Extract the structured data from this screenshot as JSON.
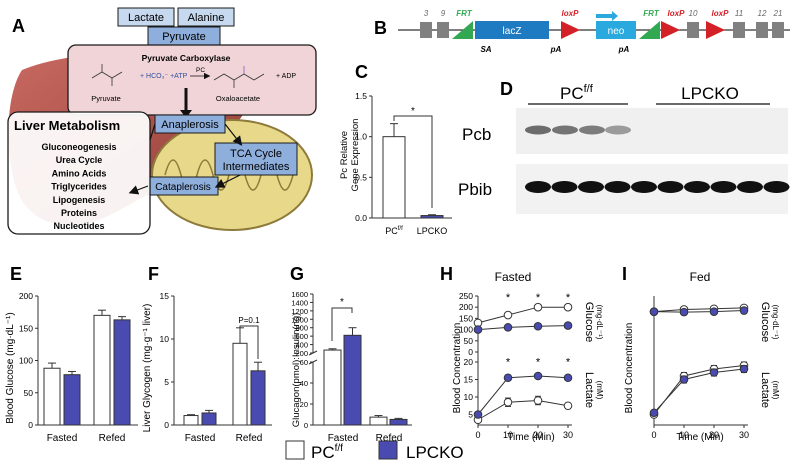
{
  "panels": {
    "A": {
      "letter": "A",
      "lactate": "Lactate",
      "alanine": "Alanine",
      "pyruvate": "Pyruvate",
      "enzyme": "Pyruvate Carboxylase",
      "hco3": "+ HCO₃⁻ +ATP",
      "pc_arrow": "PC",
      "adp": "+ ADP",
      "pyruvate_label": "Pyruvate",
      "oxaloacetate_label": "Oxaloacetate",
      "anaplerosis": "Anaplerosis",
      "tca_line1": "TCA Cycle",
      "tca_line2": "Intermediates",
      "cataplerosis": "Cataplerosis",
      "liver_title": "Liver Metabolism",
      "liver_items": [
        "Gluconeogenesis",
        "Urea Cycle",
        "Amino Acids",
        "Triglycerides",
        "Lipogenesis",
        "Proteins",
        "Nucleotides"
      ]
    },
    "B": {
      "letter": "B",
      "exon_labels": [
        "3",
        "9",
        "10",
        "11",
        "12",
        "21"
      ],
      "frt": "FRT",
      "lacz": "lacZ",
      "loxp": "loxP",
      "neo": "neo",
      "sa": "SA",
      "pa": "pA",
      "colors": {
        "frt": "#33a852",
        "loxp": "#d42027",
        "lacz": "#1f7bc1",
        "neo": "#2aa9df",
        "exon": "#808080"
      }
    },
    "C": {
      "letter": "C",
      "ylabel_line1": "Pc Relative",
      "ylabel_line2": "Gene Expression",
      "sig": "*",
      "ticks": [
        "0.0",
        "0.5",
        "1.0",
        "1.5"
      ],
      "cat1": "PC",
      "cat1_sup": "f/f",
      "cat2": "LPCKO"
    },
    "D": {
      "letter": "D",
      "group1": "PC",
      "group1_sup": "f/f",
      "group2": "LPCKO",
      "row1": "Pcb",
      "row2": "Pbib"
    },
    "E": {
      "letter": "E",
      "ylabel": "Blood Glucose (mg·dL⁻¹)",
      "ticks": [
        "0",
        "50",
        "100",
        "150",
        "200"
      ],
      "cats": [
        "Fasted",
        "Refed"
      ]
    },
    "F": {
      "letter": "F",
      "ylabel": "Liver Glycogen (mg·g⁻¹ liver)",
      "ticks": [
        "0",
        "5",
        "10",
        "15"
      ],
      "cats": [
        "Fasted",
        "Refed"
      ],
      "pval": "P=0.1"
    },
    "G": {
      "letter": "G",
      "ylabel": "Glucagon(pmol):Insulin(ng)",
      "ticks": [
        "0",
        "20",
        "40",
        "60",
        "200",
        "400",
        "600",
        "800",
        "1000",
        "1200",
        "1400",
        "1600"
      ],
      "cats": [
        "Fasted",
        "Refed"
      ],
      "sig": "*"
    },
    "H": {
      "letter": "H",
      "title": "Fasted",
      "ylabel": "Blood Concentration",
      "xlabel": "Time (Min)",
      "xticks": [
        "0",
        "10",
        "20",
        "30"
      ],
      "glucose_ticks": [
        "0",
        "50",
        "100",
        "150",
        "200",
        "250"
      ],
      "lactate_ticks": [
        "5",
        "10",
        "15",
        "20"
      ],
      "glucose_label": "Glucose",
      "glucose_unit": "(mg·dL⁻¹)",
      "lactate_label": "Lactate",
      "lactate_unit": "(mM)",
      "sig": "*"
    },
    "I": {
      "letter": "I",
      "title": "Fed",
      "ylabel": "Blood Concentration",
      "xlabel": "Time (Min)",
      "xticks": [
        "0",
        "10",
        "20",
        "30"
      ],
      "glucose_label": "Glucose",
      "glucose_unit": "(mg·dL⁻¹)",
      "lactate_label": "Lactate",
      "lactate_unit": "(mM)"
    }
  },
  "legend": {
    "pcff": "PC",
    "pcff_sup": "f/f",
    "lpcko": "LPCKO"
  },
  "colors": {
    "control": "#ffffff",
    "lpcko": "#4a4bb0",
    "stroke": "#333333"
  },
  "chart_data": [
    {
      "panel": "C",
      "type": "bar",
      "categories": [
        "PC f/f",
        "LPCKO"
      ],
      "values": [
        1.0,
        0.03
      ],
      "errors": [
        0.16,
        0.01
      ],
      "ylabel": "Pc Relative Gene Expression",
      "ylim": [
        0,
        1.5
      ]
    },
    {
      "panel": "E",
      "type": "bar",
      "categories": [
        "Fasted",
        "Refed"
      ],
      "series": [
        {
          "name": "PC f/f",
          "values": [
            88,
            170
          ],
          "errors": [
            8,
            8
          ]
        },
        {
          "name": "LPCKO",
          "values": [
            78,
            163
          ],
          "errors": [
            5,
            5
          ]
        }
      ],
      "ylabel": "Blood Glucose (mg·dL⁻¹)",
      "ylim": [
        0,
        200
      ]
    },
    {
      "panel": "F",
      "type": "bar",
      "categories": [
        "Fasted",
        "Refed"
      ],
      "series": [
        {
          "name": "PC f/f",
          "values": [
            1.1,
            9.5
          ],
          "errors": [
            0.1,
            1.8
          ]
        },
        {
          "name": "LPCKO",
          "values": [
            1.4,
            6.3
          ],
          "errors": [
            0.3,
            1.0
          ]
        }
      ],
      "ylabel": "Liver Glycogen (mg·g⁻¹ liver)",
      "ylim": [
        0,
        15
      ]
    },
    {
      "panel": "G",
      "type": "bar",
      "categories": [
        "Fasted",
        "Refed"
      ],
      "series": [
        {
          "name": "PC f/f",
          "values": [
            270,
            7.5
          ],
          "errors": [
            30,
            1.5
          ]
        },
        {
          "name": "LPCKO",
          "values": [
            620,
            5.3
          ],
          "errors": [
            180,
            1.0
          ]
        }
      ],
      "ylabel": "Glucagon(pmol):Insulin(ng)",
      "ylim": [
        0,
        1600
      ]
    },
    {
      "panel": "H",
      "type": "line",
      "x": [
        0,
        10,
        20,
        30
      ],
      "xlabel": "Time (Min)",
      "title": "Fasted",
      "series": [
        {
          "name": "Glucose PC f/f",
          "values": [
            130,
            165,
            200,
            200
          ],
          "errors": [
            8,
            10,
            12,
            8
          ]
        },
        {
          "name": "Glucose LPCKO",
          "values": [
            100,
            110,
            115,
            118
          ],
          "errors": [
            5,
            5,
            5,
            5
          ]
        },
        {
          "name": "Lactate PC f/f",
          "values": [
            3.5,
            8.5,
            9,
            7.5
          ],
          "errors": [
            0.5,
            1.2,
            1.2,
            0.8
          ]
        },
        {
          "name": "Lactate LPCKO",
          "values": [
            5,
            15.5,
            16,
            15.5
          ],
          "errors": [
            0.5,
            0.8,
            0.5,
            0.5
          ]
        }
      ]
    },
    {
      "panel": "I",
      "type": "line",
      "x": [
        0,
        10,
        20,
        30
      ],
      "xlabel": "Time (Min)",
      "title": "Fed",
      "series": [
        {
          "name": "Glucose PC f/f",
          "values": [
            180,
            190,
            193,
            197
          ],
          "errors": [
            6,
            8,
            6,
            6
          ]
        },
        {
          "name": "Glucose LPCKO",
          "values": [
            180,
            178,
            180,
            185
          ],
          "errors": [
            6,
            12,
            6,
            6
          ]
        },
        {
          "name": "Lactate PC f/f",
          "values": [
            5,
            16,
            18,
            19
          ],
          "errors": [
            0.5,
            1.0,
            1.0,
            1.0
          ]
        },
        {
          "name": "Lactate LPCKO",
          "values": [
            5.5,
            15,
            17,
            18
          ],
          "errors": [
            0.5,
            1.0,
            1.0,
            1.0
          ]
        }
      ]
    }
  ]
}
